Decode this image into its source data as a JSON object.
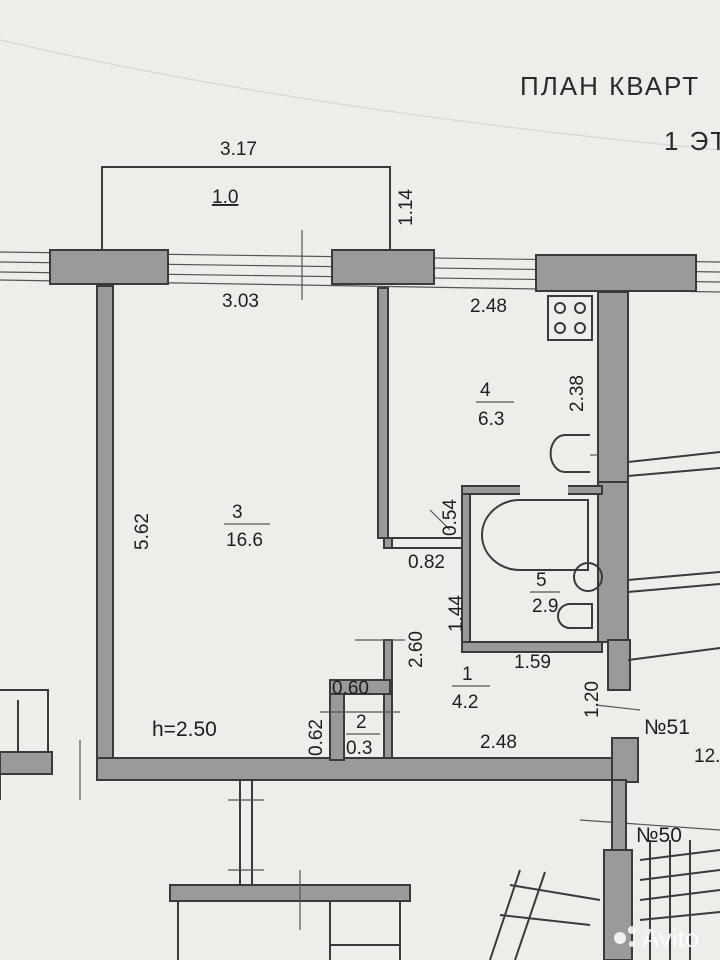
{
  "plan": {
    "title_line1": "ПЛАН КВАРТ",
    "title_line2": "1 ЭТ",
    "ceiling_height": "h=2.50",
    "watermark": "Avito"
  },
  "rooms": [
    {
      "number": "1.0",
      "area": ""
    },
    {
      "number": "3",
      "area": "16.6"
    },
    {
      "number": "4",
      "area": "6.3"
    },
    {
      "number": "5",
      "area": "2.9"
    },
    {
      "number": "1",
      "area": "4.2"
    },
    {
      "number": "2",
      "area": "0.3"
    }
  ],
  "dimensions": {
    "balcony_width": "3.17",
    "balcony_depth": "1.14",
    "room3_width": "3.03",
    "room3_length": "5.62",
    "kitchen_width": "2.48",
    "kitchen_depth": "2.38",
    "bath_depth": "0.54",
    "bath_offset": "0.82",
    "bath_side": "1.44",
    "bath_width": "1.59",
    "hall_length": "2.60",
    "closet_width": "0.60",
    "closet_depth": "0.62",
    "hall_width": "2.48",
    "hall_side": "1.20",
    "stair_dim": "12."
  },
  "apartments": {
    "current": "№51",
    "below": "№50"
  }
}
